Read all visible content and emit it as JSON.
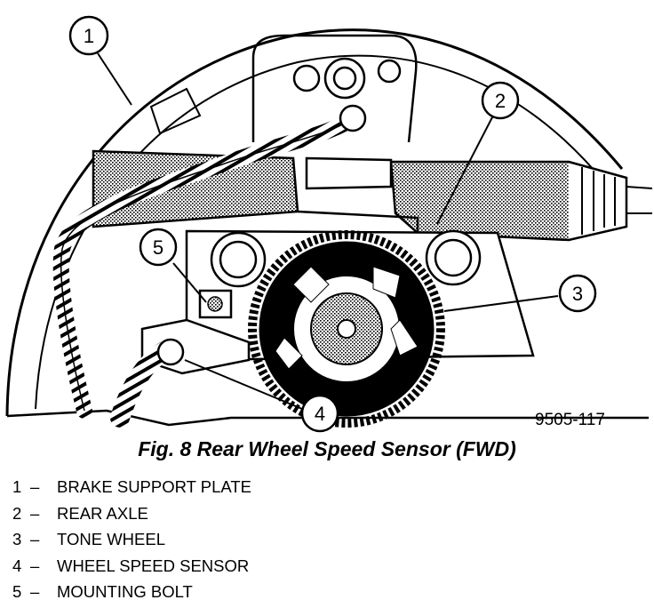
{
  "figure": {
    "caption": "Fig. 8 Rear Wheel Speed Sensor (FWD)",
    "code": "9505-117",
    "callouts": [
      "1",
      "2",
      "3",
      "4",
      "5"
    ]
  },
  "legend": [
    {
      "num": "1",
      "sep": "–",
      "label": "BRAKE SUPPORT PLATE"
    },
    {
      "num": "2",
      "sep": "–",
      "label": "REAR AXLE"
    },
    {
      "num": "3",
      "sep": "–",
      "label": "TONE WHEEL"
    },
    {
      "num": "4",
      "sep": "–",
      "label": "WHEEL SPEED SENSOR"
    },
    {
      "num": "5",
      "sep": "–",
      "label": "MOUNTING BOLT"
    }
  ]
}
